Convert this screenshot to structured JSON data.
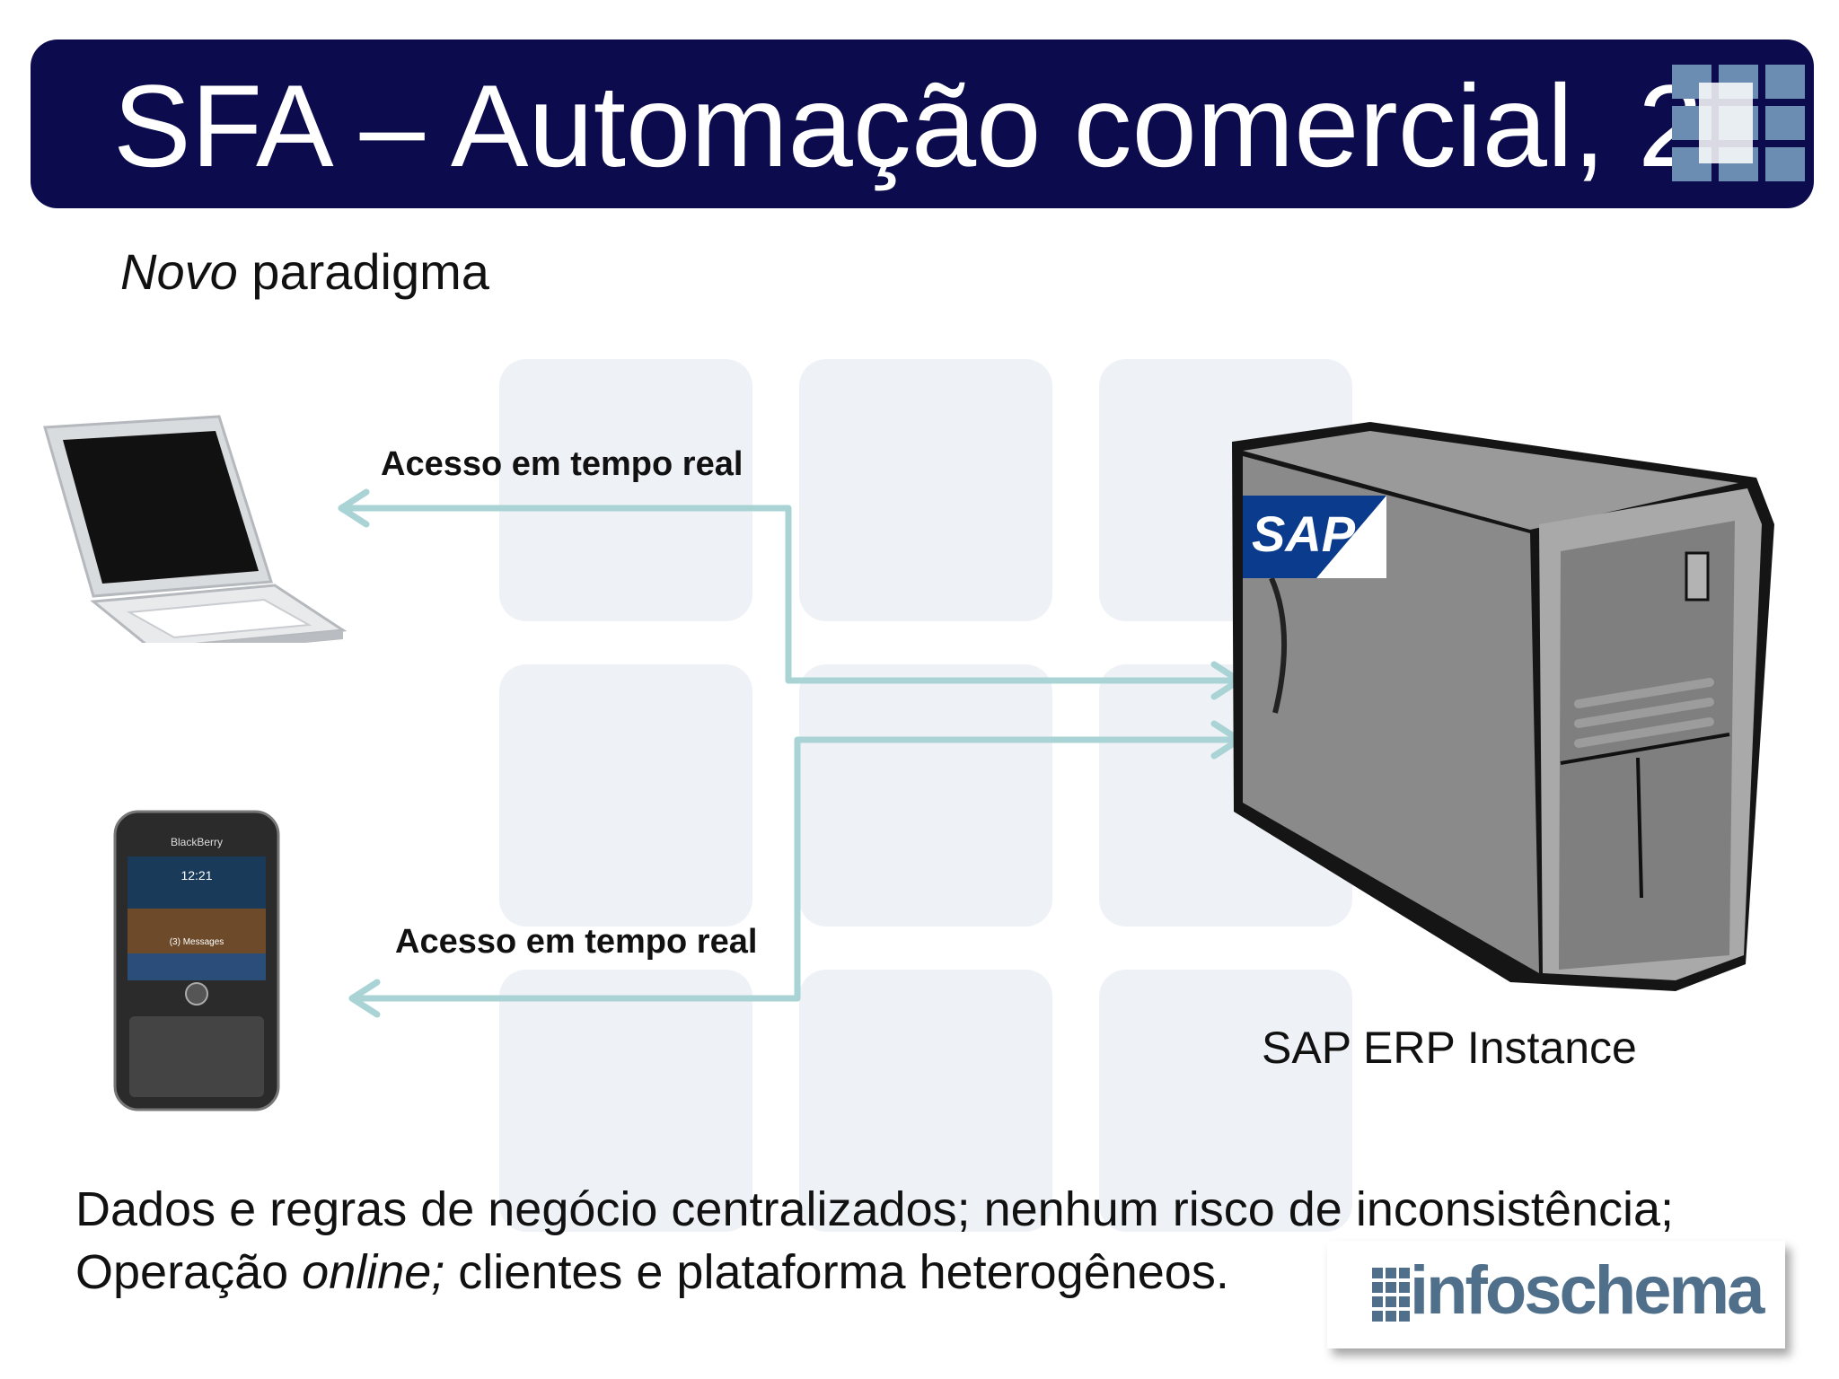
{
  "slide": {
    "title": "SFA – Automação comercial, 2",
    "subtitle_italic": "Novo",
    "subtitle_rest": " paradigma"
  },
  "diagram": {
    "arrow_label_top": "Acesso em tempo real",
    "arrow_label_bottom": "Acesso em tempo real",
    "server_logo_text": "SAP",
    "server_caption": "SAP ERP Instance",
    "phone_brand": "BlackBerry",
    "phone_time": "12:21",
    "phone_messages": "(3) Messages"
  },
  "footer": {
    "line1": "Dados e regras de negócio centralizados; nenhum risco de inconsistência;",
    "line2_a": "Operação ",
    "line2_italic": "online;",
    "line2_b": " clientes e plataforma heterogêneos."
  },
  "brand": {
    "name": "infoschema"
  },
  "colors": {
    "title_bg": "#0b0b4d",
    "arrow": "#a9d3d4",
    "logo_blue": "#4f6f8a",
    "server_gray": "#7a7a7a"
  }
}
